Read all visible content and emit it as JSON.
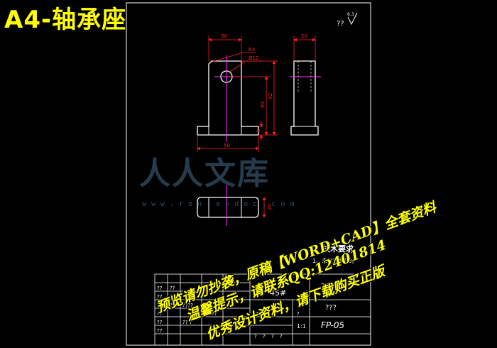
{
  "page_title": "A4-轴承座",
  "roughness_mark": {
    "prefix": "??",
    "value": "6.3"
  },
  "dimensions": {
    "top_width": "30",
    "side_width": "20",
    "fillet_radius": "R4",
    "hole": "Ø12",
    "height_upper": "42",
    "height_lower": "40",
    "base_thickness": "8",
    "base_width": "50",
    "base_depth": "20"
  },
  "tech_requirements": {
    "heading": "技术要求",
    "item_1": "1、未注圆角R3。"
  },
  "title_block": {
    "material": "45#",
    "code": "??1303",
    "name": "???",
    "drawing_no": "FP-05",
    "scale": "1:1",
    "cells": [
      "??",
      "??",
      "??",
      "??",
      "????",
      "??",
      "??",
      "??",
      "?????",
      "?? ?",
      "??",
      "??",
      "??",
      "????",
      "?",
      "?",
      "?",
      "?",
      "?"
    ]
  },
  "watermark": {
    "logo_text": "人人文库",
    "url": "www.renrendoc.com"
  },
  "overlay_text": [
    "预览请勿抄袭，原稿【WORD+CAD】全套资料",
    "温馨提示，请联系QQ:12401814",
    "优秀设计资料，请下载购买正版"
  ],
  "colors": {
    "outline": "#ffffff",
    "dimension": "#ff2020",
    "centerline": "#ff33ff",
    "title": "#ffff00",
    "overlay": "#ffff00",
    "watermark": "#466e8c"
  }
}
